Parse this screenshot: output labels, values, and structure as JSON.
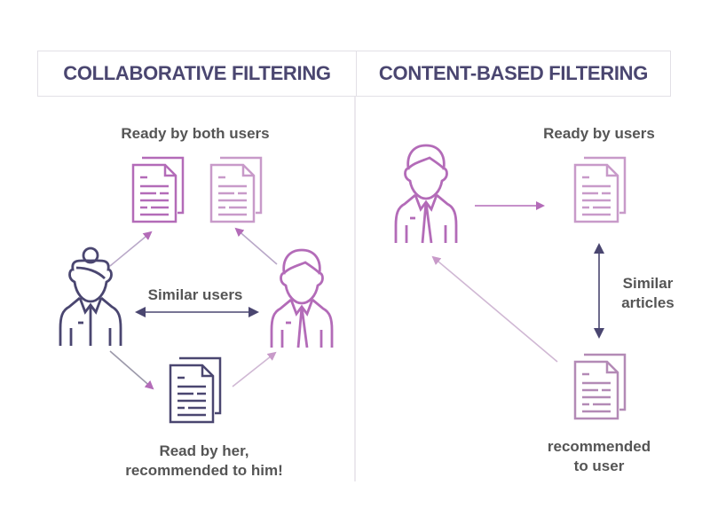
{
  "panels": [
    {
      "title": "COLLABORATIVE FILTERING",
      "labels": {
        "top": "Ready by both users",
        "middle": "Similar users",
        "bottom_line1": "Read by her,",
        "bottom_line2": "recommended to him!"
      }
    },
    {
      "title": "CONTENT-BASED FILTERING",
      "labels": {
        "top": "Ready by users",
        "middle_line1": "Similar",
        "middle_line2": "articles",
        "bottom_line1": "recommended",
        "bottom_line2": "to user"
      }
    }
  ],
  "colors": {
    "dark": "#4a4670",
    "purple": "#b36bb8",
    "light_purple": "#c89ac9",
    "text": "#555555"
  }
}
